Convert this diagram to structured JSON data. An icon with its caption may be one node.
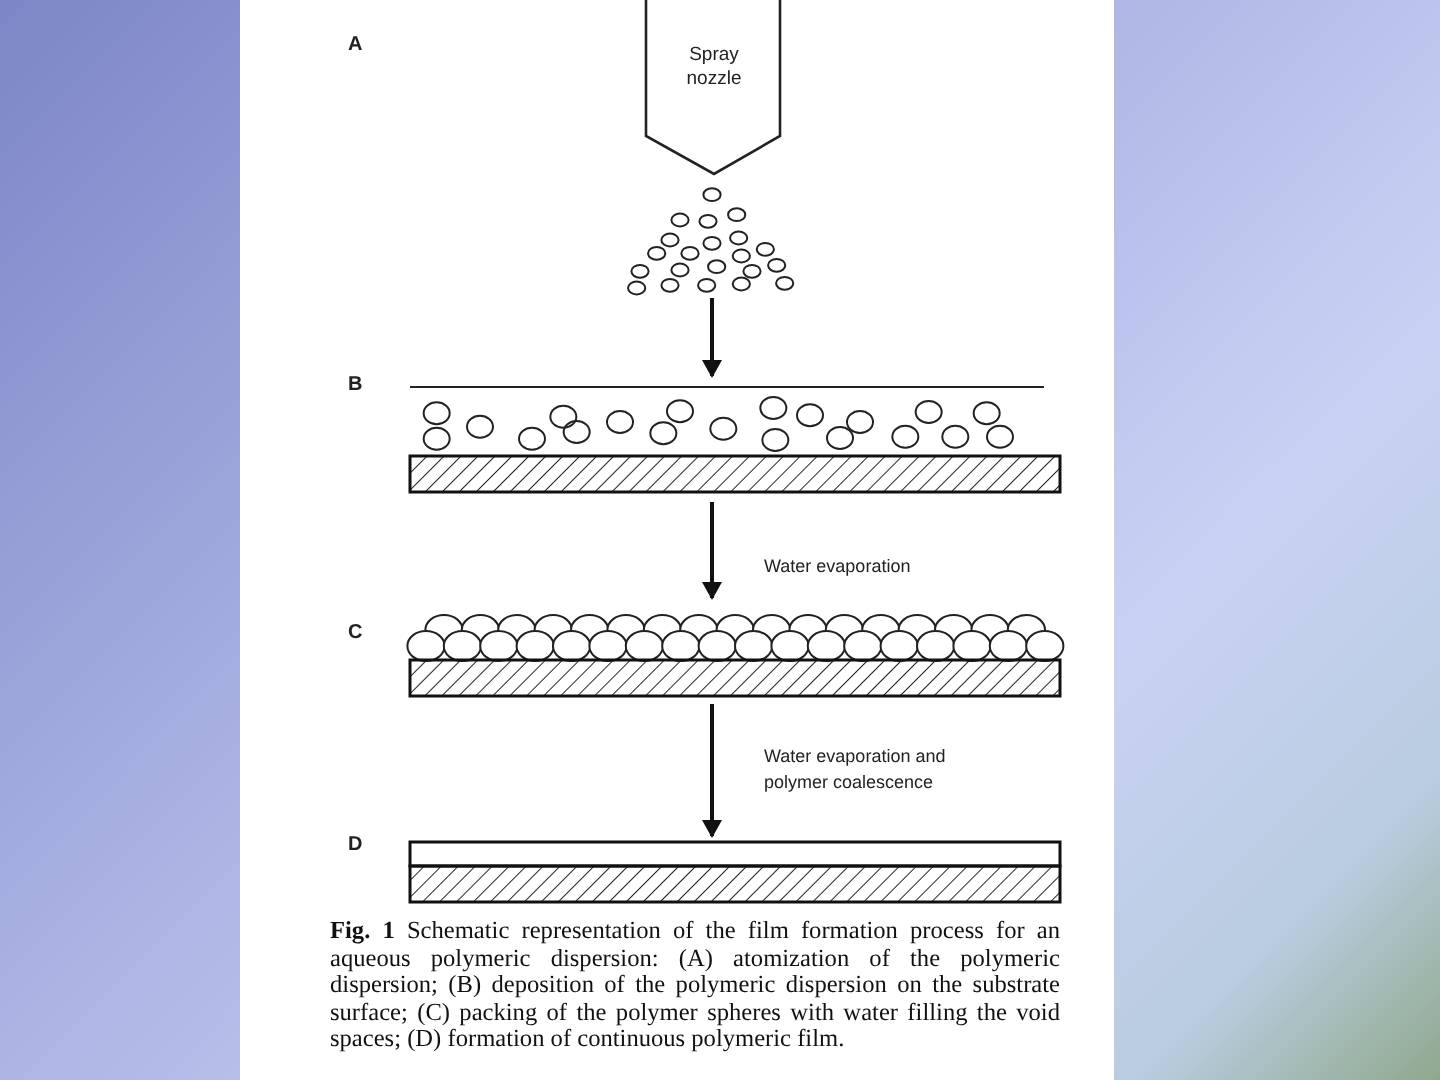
{
  "diagram": {
    "caption": "**Fig. 1** Schematic representation of the film formation process for an aqueous polymeric dispersion: (A) atomization of the polymeric dispersion; (B) deposition of the polymeric dispersion on the substrate surface; (C) packing of the polymer spheres with water filling the void spaces; (D) formation of continuous polymeric film.",
    "nodes": [
      {
        "text": [
          "Spray nozzle"
        ]
      },
      {
        "text": [],
        "shape": "picture"
      },
      {
        "text": [],
        "shape": "picture"
      },
      {
        "text": [],
        "shape": "picture"
      },
      {
        "text": [],
        "shape": "box"
      }
    ],
    "edges": [
      {
        "from": 1,
        "to": 2,
        "arrow": "to"
      },
      {
        "from": 2,
        "to": 3,
        "arrow": "to",
        "label": "Water evaporation"
      },
      {
        "from": 3,
        "to": 4,
        "arrow": "to",
        "label": "Water evaporation and polymer coalescence"
      }
    ],
    "labels": [
      "A",
      "B",
      "C",
      "D"
    ]
  }
}
